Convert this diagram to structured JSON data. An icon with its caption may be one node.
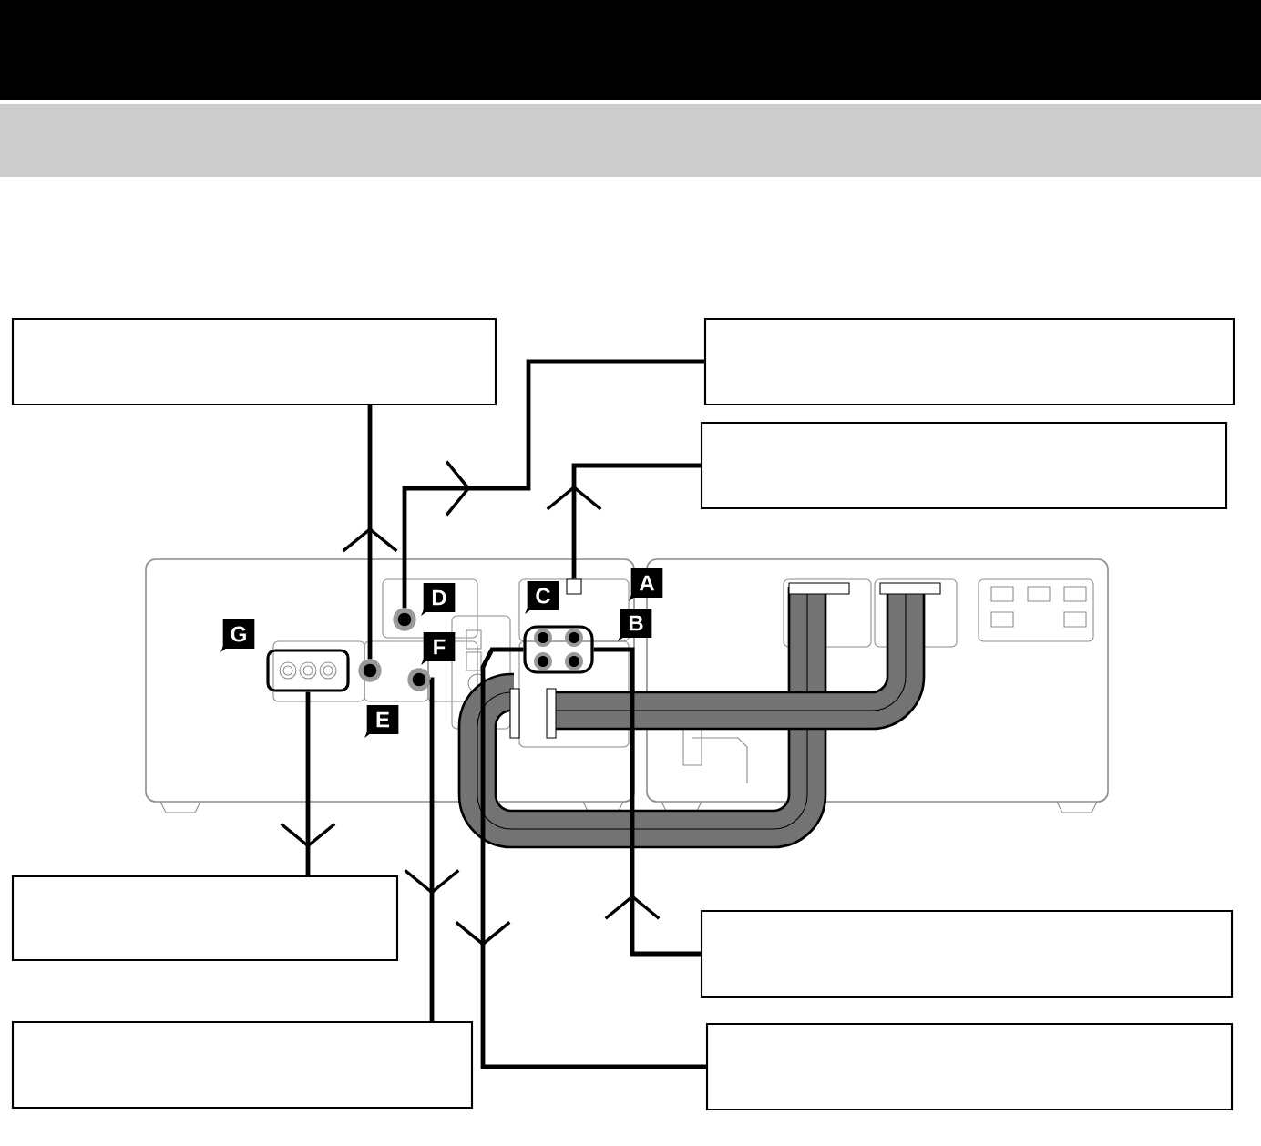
{
  "diagram": {
    "nodes": [
      {
        "text": [],
        "shape": "box"
      },
      {
        "text": [],
        "shape": "box"
      },
      {
        "text": [],
        "shape": "box"
      },
      {
        "text": [],
        "shape": "box"
      },
      {
        "text": [],
        "shape": "box"
      },
      {
        "text": [],
        "shape": "box"
      },
      {
        "text": [],
        "shape": "box"
      },
      {
        "text": [],
        "shape": "box"
      },
      {
        "text": [],
        "shape": "circle"
      },
      {
        "text": [],
        "shape": "circle"
      },
      {
        "text": [],
        "shape": "circle"
      },
      {
        "text": [],
        "shape": "box"
      },
      {
        "text": [],
        "shape": "box"
      }
    ],
    "edges": [
      {
        "from": 8,
        "to": 0,
        "arrow": "to"
      },
      {
        "from": 9,
        "to": 1,
        "arrow": "to"
      },
      {
        "from": 12,
        "to": 2,
        "arrow": "to"
      },
      {
        "from": 7,
        "to": 3,
        "arrow": "to"
      },
      {
        "from": 10,
        "to": 4,
        "arrow": "to"
      },
      {
        "from": 5,
        "to": 11,
        "arrow": "to"
      },
      {
        "from": 11,
        "to": 6,
        "arrow": "to"
      }
    ],
    "labels": [
      "A",
      "B",
      "C",
      "D",
      "E",
      "F",
      "G"
    ]
  }
}
